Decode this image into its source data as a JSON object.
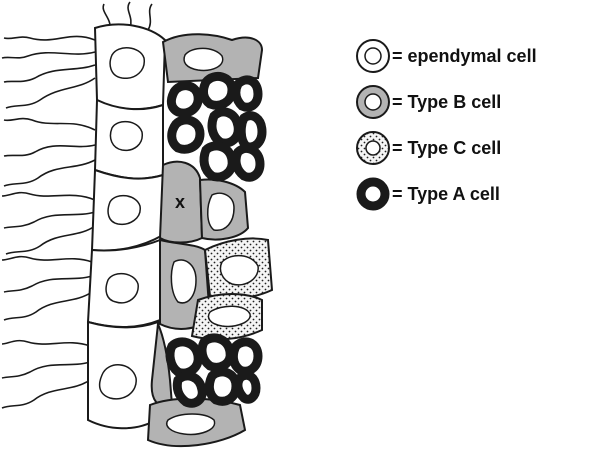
{
  "colors": {
    "outline": "#1a1a1a",
    "ependymal_fill": "#ffffff",
    "type_b_fill": "#b3b3b3",
    "type_c_fill": "#f2f2f2",
    "type_a_ring": "#1a1a1a",
    "background": "#ffffff"
  },
  "diagram": {
    "marker": "x",
    "legend": [
      {
        "key": "ependymal",
        "label": "= ependymal cell"
      },
      {
        "key": "type-b",
        "label": "= Type B cell"
      },
      {
        "key": "type-c",
        "label": "= Type C cell"
      },
      {
        "key": "type-a",
        "label": "= Type A cell"
      }
    ]
  }
}
